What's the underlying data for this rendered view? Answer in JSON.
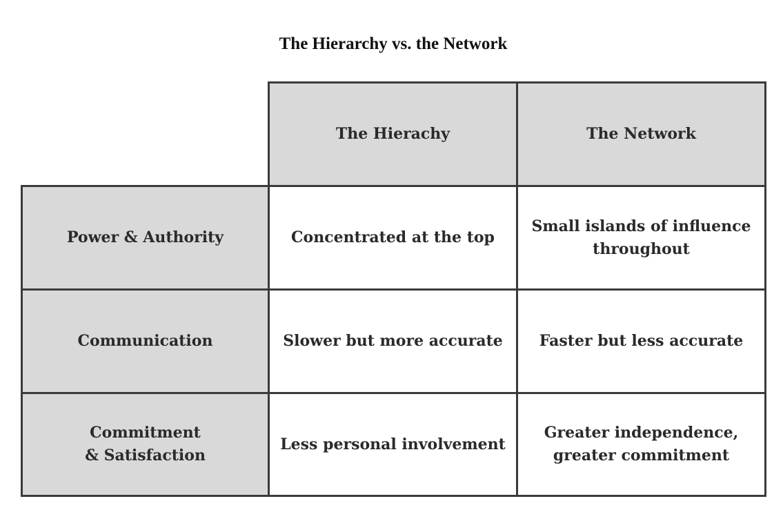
{
  "title": "The Hierarchy vs. the Network",
  "table": {
    "columns": [
      "The Hierachy",
      "The Network"
    ],
    "rows": [
      {
        "label": "Power & Authority",
        "cells": [
          "Concentrated at the top",
          "Small islands of influence\nthroughout"
        ]
      },
      {
        "label": "Communication",
        "cells": [
          "Slower but more accurate",
          "Faster but less accurate"
        ]
      },
      {
        "label": "Commitment\n& Satisfaction",
        "cells": [
          "Less personal involvement",
          "Greater independence,\ngreater commitment"
        ]
      }
    ]
  },
  "colors": {
    "header_fill": "#d9d9d9",
    "border": "#3a3a3a",
    "text": "#2a2a2a"
  }
}
